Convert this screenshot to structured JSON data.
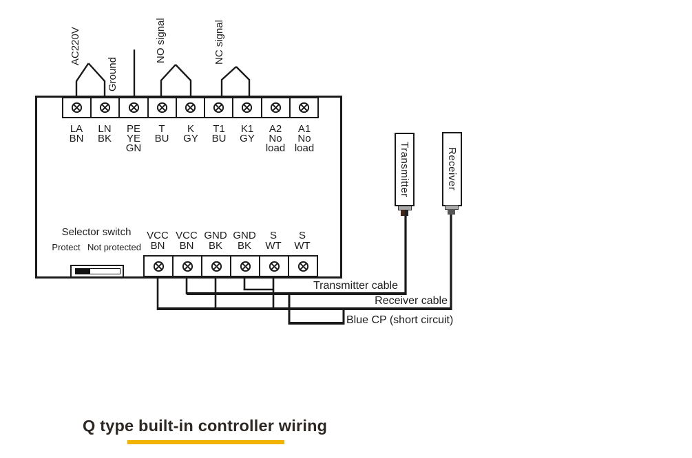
{
  "title": {
    "text": "Q type built-in controller wiring"
  },
  "colors": {
    "line": "#1a1a1a",
    "underline": "#F2B300",
    "connector_gray": "#a9a9a9",
    "connector_brown": "#45281c",
    "background": "#ffffff"
  },
  "top_section": {
    "wire_labels": [
      {
        "id": "ac220v",
        "text": "AC220V"
      },
      {
        "id": "ground",
        "text": "Ground"
      },
      {
        "id": "no-signal",
        "text": "NO signal"
      },
      {
        "id": "nc-signal",
        "text": "NC signal"
      }
    ],
    "terminals": [
      {
        "lines": [
          "LA",
          "BN"
        ]
      },
      {
        "lines": [
          "LN",
          "BK"
        ]
      },
      {
        "lines": [
          "PE",
          "YE",
          "GN"
        ]
      },
      {
        "lines": [
          "T",
          "BU"
        ]
      },
      {
        "lines": [
          "K",
          "GY"
        ]
      },
      {
        "lines": [
          "T1",
          "BU"
        ]
      },
      {
        "lines": [
          "K1",
          "GY"
        ]
      },
      {
        "lines": [
          "A2",
          "No",
          "load"
        ]
      },
      {
        "lines": [
          "A1",
          "No",
          "load"
        ]
      }
    ]
  },
  "bottom_section": {
    "selector": {
      "label": "Selector switch",
      "left_option": "Protect",
      "right_option": "Not protected"
    },
    "terminals": [
      {
        "lines": [
          "VCC",
          "BN"
        ]
      },
      {
        "lines": [
          "VCC",
          "BN"
        ]
      },
      {
        "lines": [
          "GND",
          "BK"
        ]
      },
      {
        "lines": [
          "GND",
          "BK"
        ]
      },
      {
        "lines": [
          "S",
          "WT"
        ]
      },
      {
        "lines": [
          "S",
          "WT"
        ]
      }
    ]
  },
  "devices": {
    "transmitter": "Transmitter",
    "receiver": "Receiver"
  },
  "cable_labels": {
    "transmitter": "Transmitter cable",
    "receiver": "Receiver cable",
    "blue_cp": "Blue CP (short circuit)"
  }
}
